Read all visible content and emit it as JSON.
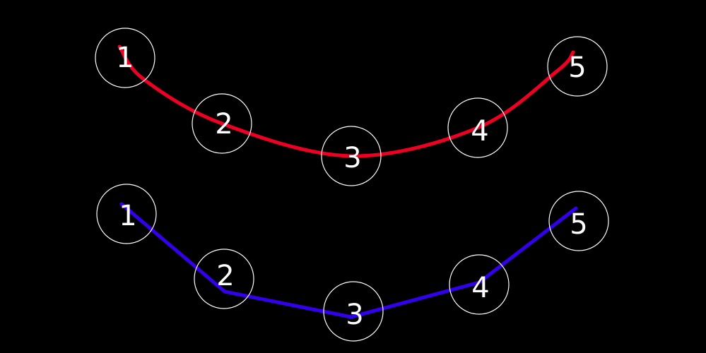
{
  "colors": {
    "background": "#000000",
    "node_outline": "#ffffff",
    "label": "#ffffff",
    "smooth_path": "#ee0022",
    "polyline_path": "#3300ee"
  },
  "smooth_row": {
    "style": "curve",
    "nodes": [
      {
        "label": "1"
      },
      {
        "label": "2"
      },
      {
        "label": "3"
      },
      {
        "label": "4"
      },
      {
        "label": "5"
      }
    ]
  },
  "polyline_row": {
    "style": "straight-segments",
    "nodes": [
      {
        "label": "1"
      },
      {
        "label": "2"
      },
      {
        "label": "3"
      },
      {
        "label": "4"
      },
      {
        "label": "5"
      }
    ]
  }
}
